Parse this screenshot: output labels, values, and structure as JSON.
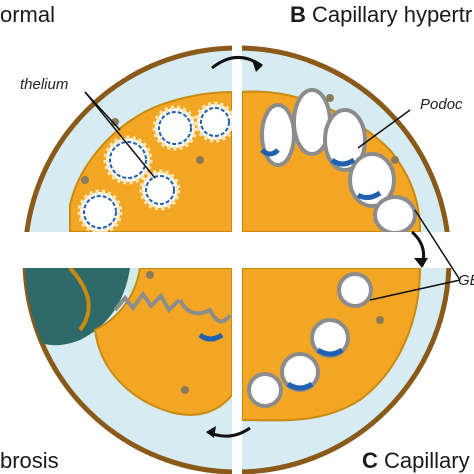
{
  "panels": {
    "a": {
      "title": "ormal"
    },
    "b": {
      "letter": "B",
      "title": "Capillary hypertr"
    },
    "c": {
      "letter": "C",
      "title": "Capillary"
    },
    "d": {
      "title": "brosis"
    }
  },
  "annotations": {
    "endothelium": "thelium",
    "podocyte": "Podoc",
    "gbm": "GE"
  },
  "colors": {
    "capsule": "#8a5a1a",
    "bowman_space": "#d6ecf2",
    "podocyte": "#f2a623",
    "podocyte_light": "#f8c35a",
    "mesangium": "#cfe9e4",
    "gbm": "#8c8c8c",
    "endothelium": "#2060b0",
    "fibrosis": "#2f6a6a",
    "divider": "#ffffff"
  }
}
